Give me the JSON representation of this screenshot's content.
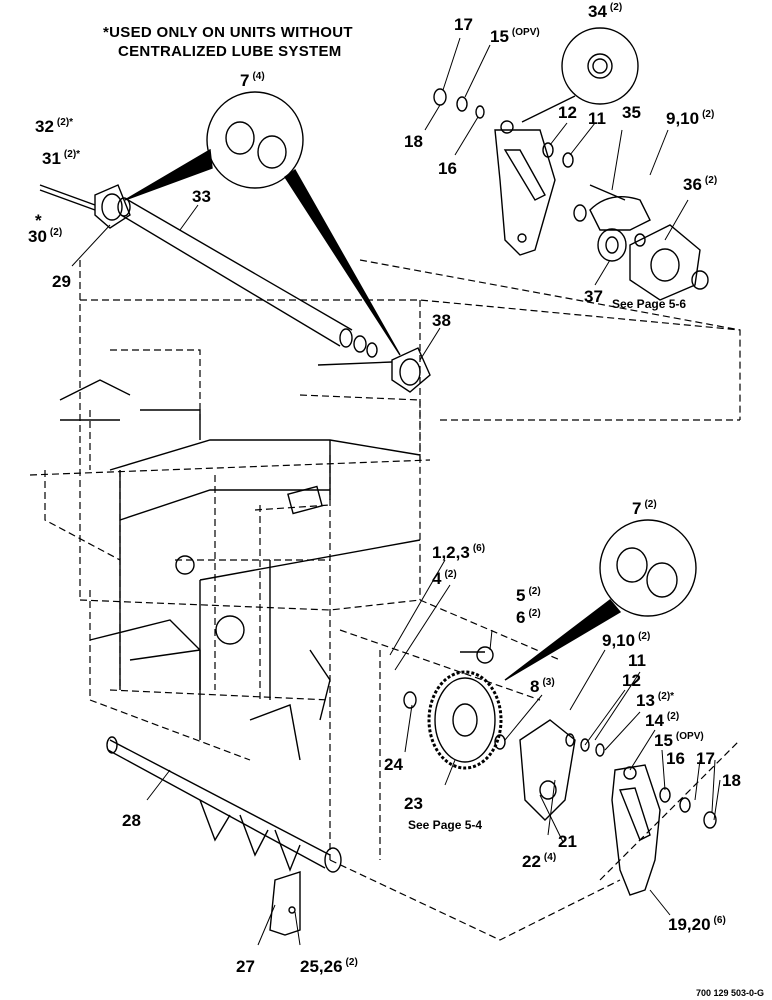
{
  "note": {
    "line1": "*USED ONLY ON UNITS WITHOUT",
    "line2": "CENTRALIZED LUBE SYSTEM"
  },
  "callouts": [
    {
      "num": "17",
      "qty": ""
    },
    {
      "num": "15",
      "qty": "(OPV)"
    },
    {
      "num": "34",
      "qty": "(2)"
    },
    {
      "num": "18",
      "qty": ""
    },
    {
      "num": "16",
      "qty": ""
    },
    {
      "num": "12",
      "qty": ""
    },
    {
      "num": "11",
      "qty": ""
    },
    {
      "num": "35",
      "qty": ""
    },
    {
      "num": "9,10",
      "qty": "(2)"
    },
    {
      "num": "36",
      "qty": "(2)"
    },
    {
      "num": "37",
      "qty": ""
    },
    {
      "num": "7",
      "qty": "(4)"
    },
    {
      "num": "32",
      "qty": "(2)*"
    },
    {
      "num": "31",
      "qty": "(2)*"
    },
    {
      "num": "30",
      "qty": "(2)"
    },
    {
      "num": "29",
      "qty": ""
    },
    {
      "num": "33",
      "qty": ""
    },
    {
      "num": "38",
      "qty": ""
    },
    {
      "num": "7",
      "qty": "(2)"
    },
    {
      "num": "1,2,3",
      "qty": "(6)"
    },
    {
      "num": "4",
      "qty": "(2)"
    },
    {
      "num": "5",
      "qty": "(2)"
    },
    {
      "num": "6",
      "qty": "(2)"
    },
    {
      "num": "9,10",
      "qty": "(2)"
    },
    {
      "num": "11",
      "qty": ""
    },
    {
      "num": "8",
      "qty": "(3)"
    },
    {
      "num": "12",
      "qty": ""
    },
    {
      "num": "13",
      "qty": "(2)*"
    },
    {
      "num": "14",
      "qty": "(2)"
    },
    {
      "num": "15",
      "qty": "(OPV)"
    },
    {
      "num": "16",
      "qty": ""
    },
    {
      "num": "17",
      "qty": ""
    },
    {
      "num": "18",
      "qty": ""
    },
    {
      "num": "24",
      "qty": ""
    },
    {
      "num": "23",
      "qty": ""
    },
    {
      "num": "21",
      "qty": ""
    },
    {
      "num": "22",
      "qty": "(4)"
    },
    {
      "num": "28",
      "qty": ""
    },
    {
      "num": "27",
      "qty": ""
    },
    {
      "num": "25,26",
      "qty": "(2)"
    },
    {
      "num": "19,20",
      "qty": "(6)"
    }
  ],
  "see_page_top": "See Page 5-6",
  "see_page_bottom": "See Page 5-4",
  "asterisk_30": "*",
  "drawing_code": "700 129 503-0-G"
}
